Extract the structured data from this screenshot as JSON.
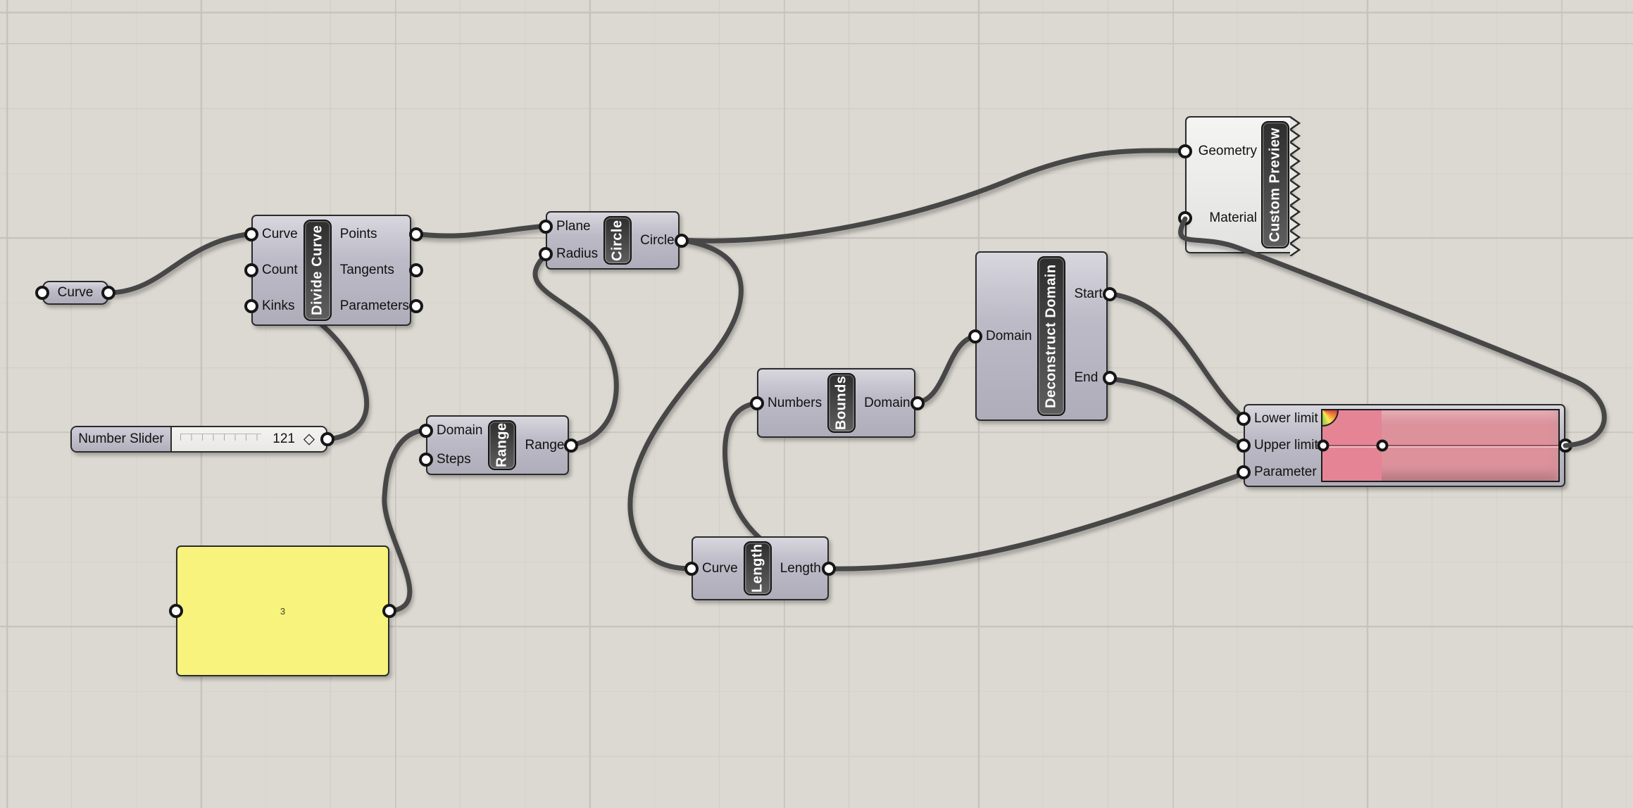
{
  "app": "grasshopper-canvas",
  "nodes": {
    "curve_param": {
      "label": "Curve"
    },
    "divide_curve": {
      "label": "Divide Curve",
      "inputs": [
        "Curve",
        "Count",
        "Kinks"
      ],
      "outputs": [
        "Points",
        "Tangents",
        "Parameters"
      ]
    },
    "number_slider": {
      "label": "Number Slider",
      "value": "121",
      "handle_glyph": "◇"
    },
    "panel": {
      "value": "3"
    },
    "range": {
      "label": "Range",
      "inputs": [
        "Domain",
        "Steps"
      ],
      "outputs": [
        "Range"
      ]
    },
    "circle": {
      "label": "Circle",
      "inputs": [
        "Plane",
        "Radius"
      ],
      "outputs": [
        "Circle"
      ]
    },
    "length": {
      "label": "Length",
      "inputs": [
        "Curve"
      ],
      "outputs": [
        "Length"
      ]
    },
    "bounds": {
      "label": "Bounds",
      "inputs": [
        "Numbers"
      ],
      "outputs": [
        "Domain"
      ]
    },
    "deconstruct_domain": {
      "label": "Deconstruct Domain",
      "inputs": [
        "Domain"
      ],
      "outputs": [
        "Start",
        "End"
      ]
    },
    "custom_preview": {
      "label": "Custom Preview",
      "inputs": [
        "Geometry",
        "Material"
      ]
    },
    "gradient": {
      "inputs": [
        "Lower limit",
        "Upper limit",
        "Parameter"
      ]
    }
  },
  "connections": [
    {
      "from": "curve_param.out",
      "to": "divide_curve.Curve"
    },
    {
      "from": "number_slider.out",
      "to": "divide_curve.Count"
    },
    {
      "from": "panel.out",
      "to": "range.Domain"
    },
    {
      "from": "range.Range",
      "to": "circle.Radius"
    },
    {
      "from": "divide_curve.Points",
      "to": "circle.Plane"
    },
    {
      "from": "circle.Circle",
      "to": "custom_preview.Geometry"
    },
    {
      "from": "circle.Circle",
      "to": "length.Curve"
    },
    {
      "from": "length.Length",
      "to": "bounds.Numbers"
    },
    {
      "from": "length.Length",
      "to": "gradient.Parameter"
    },
    {
      "from": "bounds.Domain",
      "to": "deconstruct_domain.Domain"
    },
    {
      "from": "deconstruct_domain.Start",
      "to": "gradient.Lower limit"
    },
    {
      "from": "deconstruct_domain.End",
      "to": "gradient.Upper limit"
    },
    {
      "from": "gradient.out",
      "to": "custom_preview.Material"
    }
  ],
  "colors": {
    "canvas_bg": "#dcd9d2",
    "grid_major": "#c6c3bc",
    "grid_minor": "#d3d0ca",
    "wire": "#474747",
    "node_body": "#b5b4c0",
    "capsule": "#3a3a3a",
    "panel_yellow": "#f7f37d",
    "gradient_pink_light": "#dc919b",
    "gradient_pink_dark": "#e58495"
  }
}
